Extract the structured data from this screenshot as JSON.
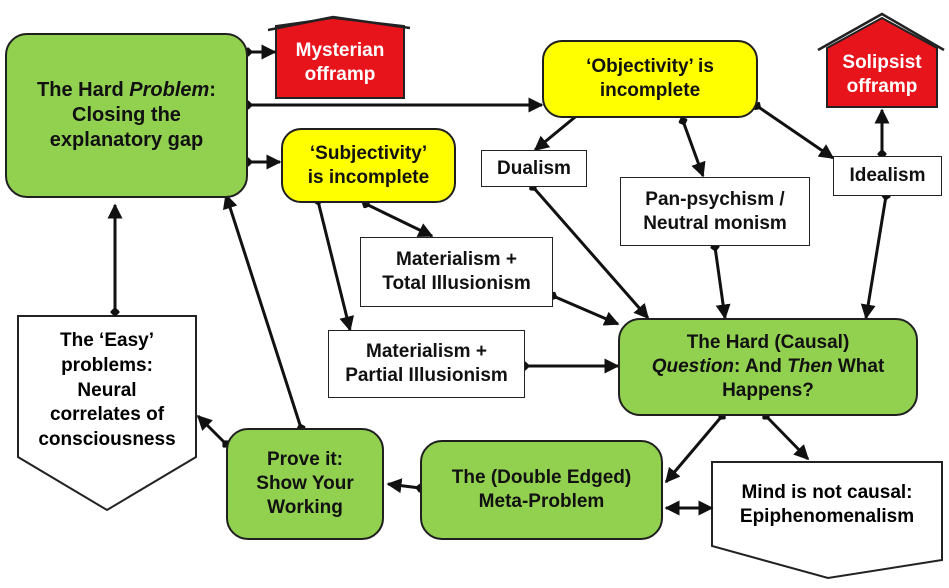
{
  "colors": {
    "green": "#92d050",
    "yellow": "#ffff00",
    "red": "#e8141c",
    "outline": "#1f1f1f"
  },
  "nodes": {
    "hard_problem": {
      "pre": "The Hard ",
      "em": "Problem",
      "post": ":",
      "line2": "Closing the",
      "line3": "explanatory gap"
    },
    "mysterian": {
      "line1": "Mysterian",
      "line2": "offramp"
    },
    "objectivity": {
      "line1": "‘Objectivity’ is",
      "line2": "incomplete"
    },
    "solipsist": {
      "line1": "Solipsist",
      "line2": "offramp"
    },
    "subjectivity": {
      "line1": "‘Subjectivity’",
      "line2": "is incomplete"
    },
    "dualism": {
      "text": "Dualism"
    },
    "panpsychism": {
      "line1": "Pan-psychism /",
      "line2": "Neutral monism"
    },
    "idealism": {
      "text": "Idealism"
    },
    "materialism_total": {
      "line1": "Materialism +",
      "line2": "Total Illusionism"
    },
    "materialism_partial": {
      "line1": "Materialism +",
      "line2": "Partial Illusionism"
    },
    "easy_problems": {
      "line1": "The ‘Easy’",
      "line2": "problems:",
      "line3": "Neural",
      "line4": "correlates of",
      "line5": "consciousness"
    },
    "hard_question": {
      "line1": "The Hard (Causal)",
      "q": "Question",
      "mid": ": And ",
      "then": "Then",
      "post": " What",
      "line3a": "Happens?"
    },
    "prove_it": {
      "line1": "Prove it:",
      "line2": "Show Your",
      "line3": "Working"
    },
    "meta_problem": {
      "line1": "The (Double Edged)",
      "line2": "Meta-Problem"
    },
    "epiphenomenalism": {
      "line1": "Mind is not causal:",
      "line2": "Epiphenomenalism"
    }
  }
}
